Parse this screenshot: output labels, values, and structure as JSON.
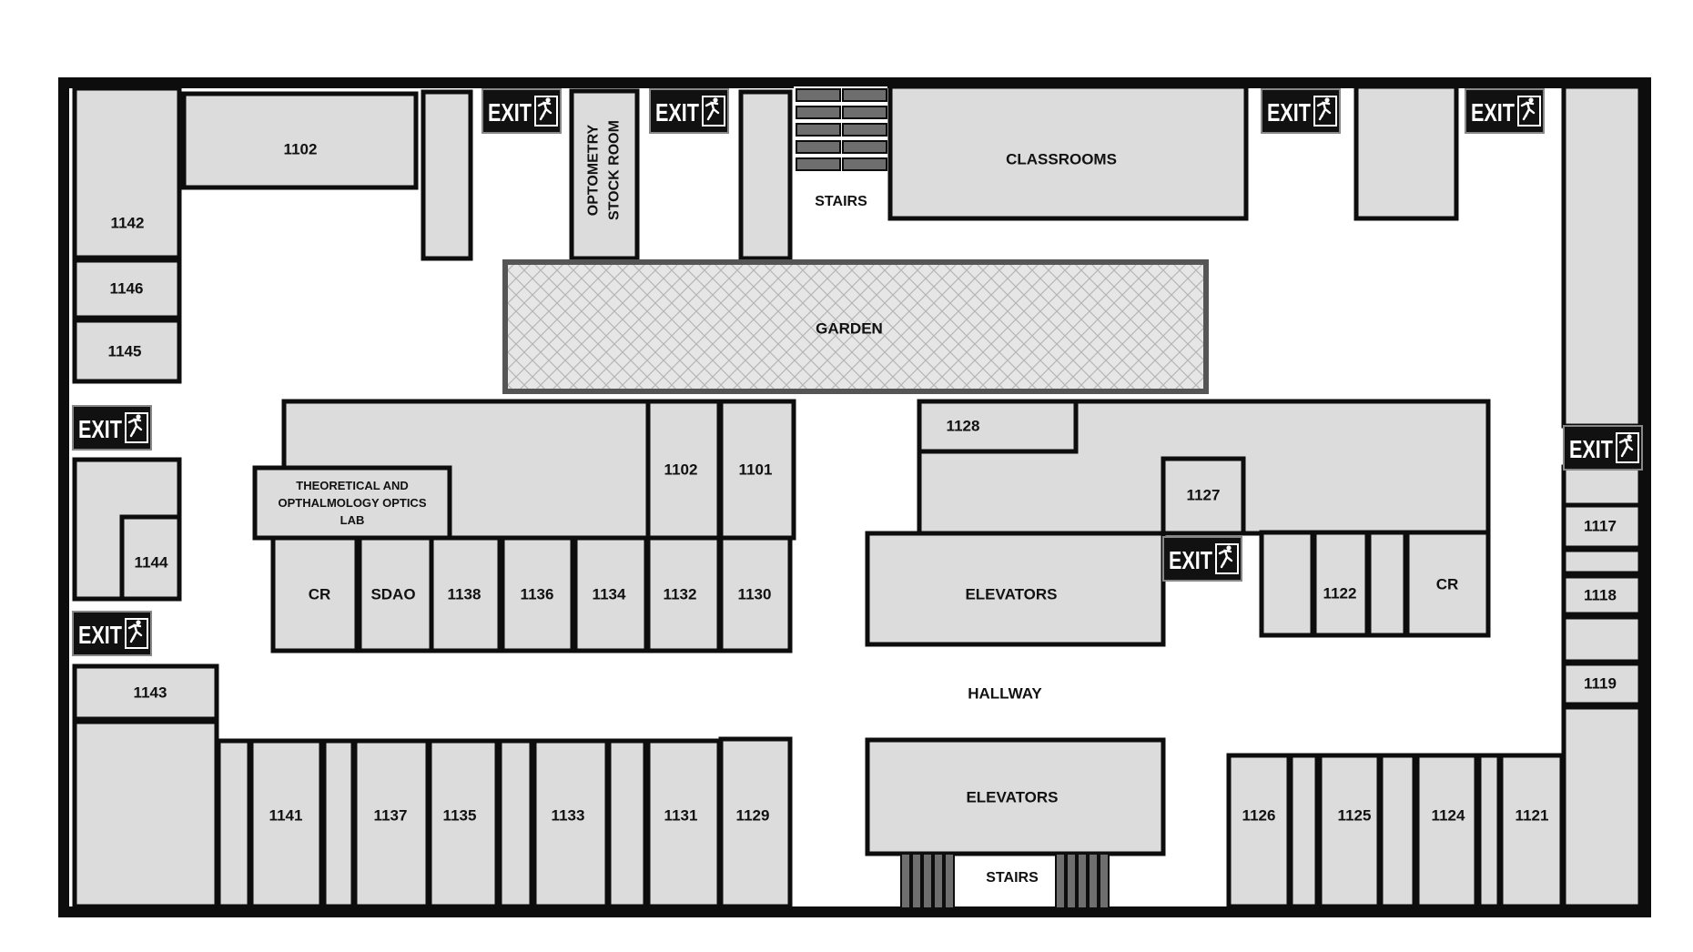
{
  "map": {
    "colors": {
      "room_fill": "#dcdcdc",
      "wall": "#0d0d0d",
      "garden_border": "#555555",
      "exit_bg": "#111111",
      "exit_text": "#ffffff",
      "stair_tread": "#6e6e6e",
      "background": "#ffffff"
    },
    "exit_sign": {
      "label": "EXIT"
    },
    "labels": {
      "r1102_top": "1102",
      "r1142": "1142",
      "r1146": "1146",
      "r1145": "1145",
      "optometry_stock_room": "OPTOMETRY\nSTOCK ROOM",
      "stairs_top": "STAIRS",
      "classrooms": "CLASSROOMS",
      "garden": "GARDEN",
      "theoretical_lab": "THEORETICAL AND\nOPTHALMOLOGY OPTICS\nLAB",
      "r1102_mid": "1102",
      "r1101": "1101",
      "r1144": "1144",
      "cr_left": "CR",
      "sdao": "SDAO",
      "r1138": "1138",
      "r1136": "1136",
      "r1134": "1134",
      "r1132": "1132",
      "r1130": "1130",
      "r1128": "1128",
      "r1127": "1127",
      "elevators_top": "ELEVATORS",
      "r1122": "1122",
      "cr_right": "CR",
      "r1117": "1117",
      "r1118": "1118",
      "r1119": "1119",
      "hallway": "HALLWAY",
      "r1143": "1143",
      "r1141": "1141",
      "r1137": "1137",
      "r1135": "1135",
      "r1133": "1133",
      "r1131": "1131",
      "r1129": "1129",
      "elevators_bottom": "ELEVATORS",
      "stairs_bottom": "STAIRS",
      "r1126": "1126",
      "r1125": "1125",
      "r1124": "1124",
      "r1121": "1121"
    }
  }
}
